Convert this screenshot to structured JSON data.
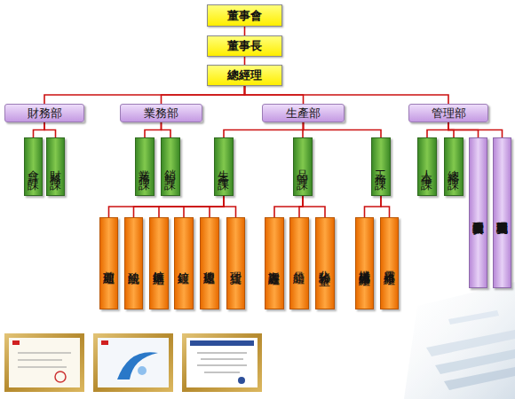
{
  "diagram": {
    "nodes": [
      {
        "text": [
          "董事會"
        ]
      },
      {
        "text": [
          "董事長"
        ]
      },
      {
        "text": [
          "總經理"
        ]
      },
      {
        "text": [
          "財務部"
        ]
      },
      {
        "text": [
          "業務部"
        ]
      },
      {
        "text": [
          "生產部"
        ]
      },
      {
        "text": [
          "管理部"
        ]
      },
      {
        "text": [
          "會計課"
        ]
      },
      {
        "text": [
          "財務課"
        ]
      },
      {
        "text": [
          "業務課"
        ]
      },
      {
        "text": [
          "銷管課"
        ]
      },
      {
        "text": [
          "生產課"
        ]
      },
      {
        "text": [
          "品管課"
        ]
      },
      {
        "text": [
          "工務課"
        ]
      },
      {
        "text": [
          "人事課"
        ]
      },
      {
        "text": [
          "總務課"
        ]
      },
      {
        "text": [
          "工業安全及衛生管理委員會"
        ]
      },
      {
        "text": [
          "職工福利獎懲管理委員會"
        ]
      },
      {
        "text": [
          "前處理組"
        ]
      },
      {
        "text": [
          "酸洗組"
        ]
      },
      {
        "text": [
          "鍍鋅準備組"
        ]
      },
      {
        "text": [
          "鍍鋅組"
        ]
      },
      {
        "text": [
          "後處理組"
        ]
      },
      {
        "text": [
          "理貨組"
        ]
      },
      {
        "text": [
          "客訴處理組"
        ]
      },
      {
        "text": [
          "品管組"
        ]
      },
      {
        "text": [
          "化驗分析室"
        ]
      },
      {
        "text": [
          "機械設備維修組"
        ]
      },
      {
        "text": [
          "電器維修組"
        ]
      }
    ],
    "edges": [
      {
        "from": 0,
        "to": 1,
        "arrow": "none"
      },
      {
        "from": 1,
        "to": 2,
        "arrow": "none"
      },
      {
        "from": 2,
        "to": 3,
        "arrow": "none"
      },
      {
        "from": 2,
        "to": 4,
        "arrow": "none"
      },
      {
        "from": 2,
        "to": 5,
        "arrow": "none"
      },
      {
        "from": 2,
        "to": 6,
        "arrow": "none"
      },
      {
        "from": 3,
        "to": 7,
        "arrow": "none"
      },
      {
        "from": 3,
        "to": 8,
        "arrow": "none"
      },
      {
        "from": 4,
        "to": 9,
        "arrow": "none"
      },
      {
        "from": 4,
        "to": 10,
        "arrow": "none"
      },
      {
        "from": 5,
        "to": 11,
        "arrow": "none"
      },
      {
        "from": 5,
        "to": 12,
        "arrow": "none"
      },
      {
        "from": 5,
        "to": 13,
        "arrow": "none"
      },
      {
        "from": 6,
        "to": 14,
        "arrow": "none"
      },
      {
        "from": 6,
        "to": 15,
        "arrow": "none"
      },
      {
        "from": 6,
        "to": 16,
        "arrow": "none"
      },
      {
        "from": 6,
        "to": 17,
        "arrow": "none"
      },
      {
        "from": 11,
        "to": 18,
        "arrow": "none"
      },
      {
        "from": 11,
        "to": 19,
        "arrow": "none"
      },
      {
        "from": 11,
        "to": 20,
        "arrow": "none"
      },
      {
        "from": 11,
        "to": 21,
        "arrow": "none"
      },
      {
        "from": 11,
        "to": 22,
        "arrow": "none"
      },
      {
        "from": 11,
        "to": 23,
        "arrow": "none"
      },
      {
        "from": 12,
        "to": 24,
        "arrow": "none"
      },
      {
        "from": 12,
        "to": 25,
        "arrow": "none"
      },
      {
        "from": 12,
        "to": 26,
        "arrow": "none"
      },
      {
        "from": 13,
        "to": 27,
        "arrow": "none"
      },
      {
        "from": 13,
        "to": 28,
        "arrow": "none"
      }
    ]
  }
}
